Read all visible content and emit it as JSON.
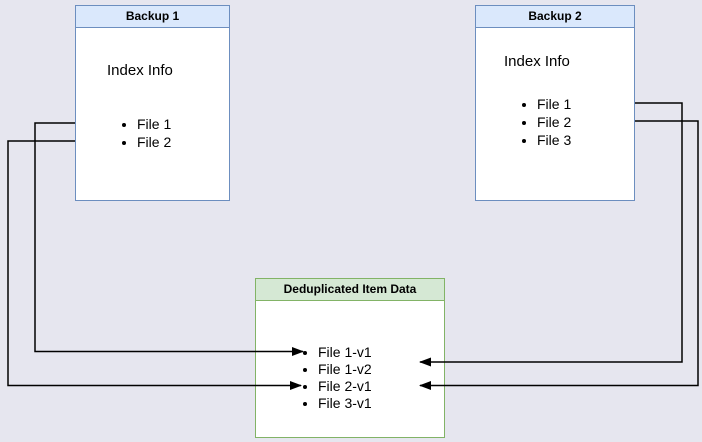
{
  "colors": {
    "background": "#e6e6ef",
    "box_fill": "#ffffff",
    "backup_border": "#6c8ebf",
    "backup_header_fill": "#dae8fc",
    "dedup_border": "#82b366",
    "dedup_header_fill": "#d5e8d4",
    "arrow": "#000000"
  },
  "backup1": {
    "title": "Backup 1",
    "subtitle": "Index Info",
    "files": [
      "File 1",
      "File 2"
    ]
  },
  "backup2": {
    "title": "Backup 2",
    "subtitle": "Index Info",
    "files": [
      "File 1",
      "File 2",
      "File 3"
    ]
  },
  "dedup": {
    "title": "Deduplicated Item Data",
    "items": [
      "File 1-v1",
      "File 1-v2",
      "File 2-v1",
      "File 3-v1"
    ]
  },
  "connections": [
    {
      "from": "Backup 1 / File 1",
      "to": "File 1-v1"
    },
    {
      "from": "Backup 1 / File 2",
      "to": "File 2-v1"
    },
    {
      "from": "Backup 2 / File 1",
      "to": "File 1-v2"
    },
    {
      "from": "Backup 2 / File 2",
      "to": "File 2-v1"
    }
  ]
}
